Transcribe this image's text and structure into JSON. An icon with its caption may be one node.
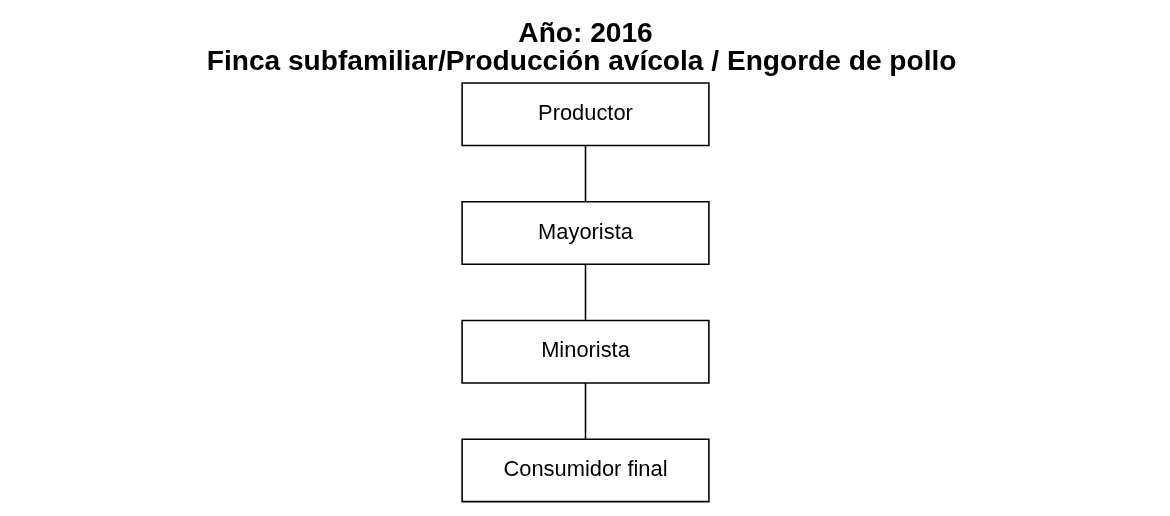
{
  "diagram": {
    "title": "Finca subfamiliar/Producción avícola / Engorde de pollo",
    "nodes": [
      {
        "text": [
          "Productor"
        ]
      },
      {
        "text": [
          "Mayorista"
        ]
      },
      {
        "text": [
          "Minorista"
        ]
      },
      {
        "text": [
          "Consumidor final"
        ]
      }
    ],
    "edges": [
      {
        "from": 0,
        "to": 1,
        "arrow": "none"
      },
      {
        "from": 1,
        "to": 2,
        "arrow": "none"
      },
      {
        "from": 2,
        "to": 3,
        "arrow": "none"
      }
    ],
    "labels": [
      "Año: 2016"
    ]
  }
}
